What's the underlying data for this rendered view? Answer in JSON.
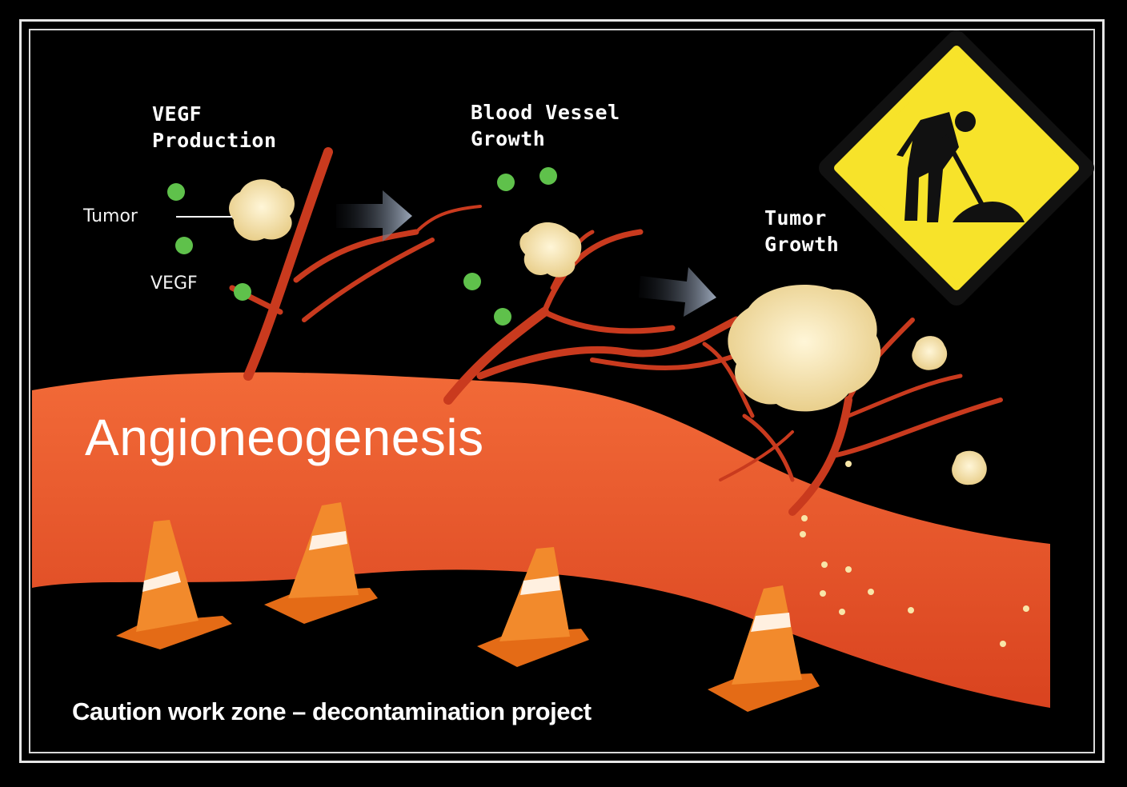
{
  "labels": {
    "vegf_production": "VEGF\nProduction",
    "blood_vessel_growth": "Blood Vessel\nGrowth",
    "tumor_growth": "Tumor\nGrowth",
    "tumor": "Tumor",
    "vegf": "VEGF"
  },
  "title": "Angioneogenesis",
  "caption": "Caution work zone – decontamination project",
  "colors": {
    "background": "#000000",
    "vessel": "#e8522a",
    "branch": "#c93a1e",
    "tumor": "#f4e1a8",
    "vegf_particle": "#5fc14b",
    "cone": "#f07c20",
    "sign": "#f7e32a"
  },
  "icons": [
    "traffic-cone-icon",
    "road-work-sign-icon",
    "arrow-icon"
  ]
}
